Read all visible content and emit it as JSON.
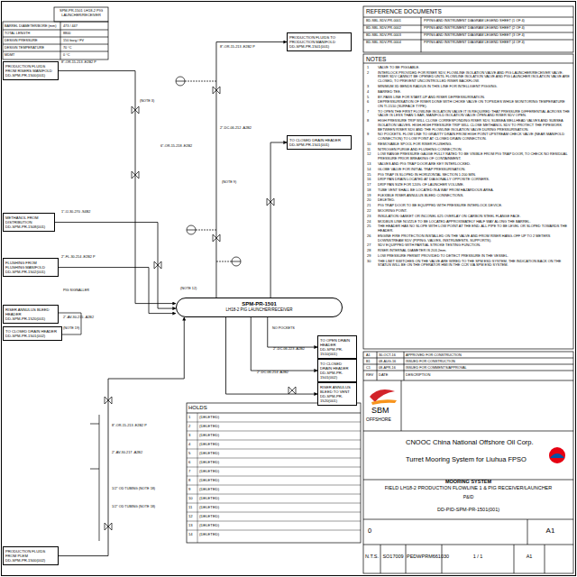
{
  "diagram": {
    "title": "MOORING SYSTEM",
    "nodes": [
      {
        "text": [
          "PRODUCTION FLUIDS FROM RISERS MANIFOLD",
          "DD-SPM-PR-1500(001)"
        ]
      },
      {
        "text": [
          "PRODUCTION FLUIDS TO PRODUCTION MANIFOLD",
          "DD-SPM-PR-1501(001)"
        ]
      },
      {
        "text": [
          "TO CLOSED DRAIN HEADER",
          "DD-SPM-PR-1501(001)"
        ]
      },
      {
        "text": [
          "METHANOL FROM DISTRIBUTION",
          "DD-SPM-PR-1508(001)"
        ]
      },
      {
        "text": [
          "SPM-PR-1501",
          "LH18-2 PIG LAUNCHER/RECEIVER"
        ]
      },
      {
        "text": [
          "FLUSHING FROM FLUSHING MANIFOLD",
          "DD-SPM-PR-1502(001)"
        ]
      },
      {
        "text": [
          "RISER ANNULUS BLEED HEADER",
          "DD-SPM-PR-1520(001)"
        ]
      },
      {
        "text": [
          "TO CLOSED DRAIN HEADER",
          "DD-SPM-PR-1501(002)"
        ]
      },
      {
        "text": [
          "TO OPEN DRAIN HEADER",
          "DD-SPM-PR-1510(001)"
        ]
      },
      {
        "text": [
          "TO CLOSED DRAIN HEADER",
          "DD-SPM-PR-1501(002)"
        ]
      },
      {
        "text": [
          "RISER ANNULUS BLEED TO VENT",
          "DD-SPM-PR-1520(001)"
        ]
      },
      {
        "text": [
          "PRODUCTION FLUIDS FROM PLEM",
          "DD-SPM-PR-1500(002)"
        ]
      }
    ],
    "edges": [
      {
        "from": 0,
        "to": 4,
        "arrow": "to"
      },
      {
        "from": 4,
        "to": 1,
        "arrow": "to"
      },
      {
        "from": 4,
        "to": 2,
        "arrow": "to"
      },
      {
        "from": 3,
        "to": 4,
        "arrow": "to"
      },
      {
        "from": 5,
        "to": 4,
        "arrow": "to"
      },
      {
        "from": 4,
        "to": 8,
        "arrow": "to"
      },
      {
        "from": 4,
        "to": 9,
        "arrow": "to"
      },
      {
        "from": 4,
        "to": 10,
        "arrow": "to"
      },
      {
        "from": 11,
        "to": 4,
        "arrow": "to"
      }
    ],
    "labels": [
      "SPM-PR-1501 LH18-2 PIG LAUNCHER/RECEIVER",
      "BARREL DIAMETER/BORE (mm)",
      "473 / 447",
      "TOTAL LENGTH",
      "8800",
      "DESIGN PRESSURE",
      "150 barg / FV",
      "DESIGN TEMPERATURE",
      "70 °C",
      "MDMT",
      "0 °C",
      "8\"-OR-15-213 -E2B2 P",
      "8\"-OR-15-213 -E2B2 P",
      "2\"-DC-06-212 -A2B2",
      "6\"-OR-15-218 -E2B2",
      "(NOTE 3)",
      "(NOTE 9)",
      "1\"-IJ-30-270 -S4B2",
      "2\"-FL-30-214 -E2B2 P",
      "PIG SIGNALLER",
      "(NOTE 12)",
      "2\"-AV-30-215 -A2B2",
      "(NOTE 19)",
      "NO POCKETS",
      "2\"-DC-06-223 -A2B2",
      "2\"-DC-06-214 -A2B2",
      "8\"-OR-15-213 -E2B2 P",
      "2\"-AV-30-217 -A2B2",
      "1/2\" OD TUBING (NOTE 18)",
      "1/2\" OD TUBING (NOTE 18)",
      "REFERENCE DOCUMENTS",
      "BD-SBL-SDV-PR-0001",
      "PIPING AND INSTRUMENT DIAGRAM LEGEND SHEET (1 OF 4)",
      "BD-SBL-SDV-PR-0002",
      "PIPING AND INSTRUMENT DIAGRAM LEGEND SHEET (2 OF 4)",
      "BD-SBL-SDV-PR-0003",
      "PIPING AND INSTRUMENT DIAGRAM LEGEND SHEET (3 OF 4)",
      "BD-SBL-SDV-PR-0004",
      "PIPING AND INSTRUMENT DIAGRAM LEGEND SHEET (4 OF 4)",
      "NOTES",
      "1",
      "VALVE TO BE PIGGABLE.",
      "2",
      "INTERLOCK PROVIDED FOR RISER SDV, FLOWLINE ISOLATION VALVE AND PIG LAUNCHER/RECEIVER VALVE. RISER SDV CANNOT BE OPENED UNTIL FLOWLINE ISOLATION VALVE AND PIG LAUNCHER ISOLATION VALVE ARE CLOSED, TO PREVENT UNCONTROLLED RISER BACKFLOW.",
      "3",
      "MINIMUM 3D BENDS RADIUS IN THIS LINE FOR INTELLIGENT PIGGING.",
      "4",
      "BARRED TEE.",
      "5",
      "BY-PASS LINE FOR START-UP AND RISER DEPRESSURISATION.",
      "6",
      "DEPRESSURISATION OF RISER DONE WITH CHOKE VALVE ON TOPSIDES WHILE MONITORING TEMPERATURE ON TI-1510 (SURFACE TYPE).",
      "7",
      "TO OPEN THE FIRST FLOWLINE ISOLATION VALVE IT IS REQUIRED THAT PRESSURE DIFFERENTIAL ACROSS THE VALVE IS LESS THAN 5 BAR, MANIFOLD ISOLATION VALVE OPEN AND RISER SDV OPEN.",
      "8",
      "HIGH PRESSURE TRIP WILL CLOSE CORRESPONDING RISER SDV, SUBSEA WELLHEAD VALVES AND SUBSEA ISOLATION VALVES. HIGH-HIGH PRESSURE TRIP WILL CLOSE METHANOL SDV TO PROTECT THE PIPEWORK BETWEEN RISER SDV AND THE FLOWLINE ISOLATION VALVE DURING PRESSURISATION.",
      "9",
      "NO POCKETS. FLOW LINE TO GRAVITY DRAIN FROM HIGH POINT UPSTREAM CHECK VALVE (NEAR MANIFOLD CONNECTION) TO LOW POINT AT CLOSED DRAIN CONNECTION.",
      "10",
      "REMOVABLE SPOOL FOR RISER FLUSHING.",
      "11",
      "NITROGEN PURGE AND FLUSHING CONNECTION.",
      "12",
      "LOW RANGE PRESSURE GAUGE FULLY RATED TO BE VISIBLE FROM PIG TRAP DOOR, TO CHECK NO RESIDUAL PRESSURE PRIOR BREAKING OF CONTAINMENT.",
      "13",
      "VALVES AND PIG TRAP DOOR ARE KEY INTERLOCKED.",
      "14",
      "GLOBE VALVE FOR INITIAL TRAP PRESSURISATION.",
      "15",
      "PIG TRAP IS SLOPED IN HORIZONTAL SECTION 1:200 MIN.",
      "16",
      "DRIP PAN DRAIN LOCATED AT DIAGONALLY OPPOSITE CORNERS.",
      "17",
      "DRIP PAN SIZE FOR 120% OF LAUNCHER VOLUME.",
      "18",
      "TUBE VENT SHALL BE LOCATED IN A WAY FROM HAZARDOUS AREA.",
      "19",
      "FLEXIBLE RISER ANNULUS BLEED CONNECTIONS.",
      "20",
      "DELETED.",
      "21",
      "PIG TRAP DOOR TO BE EQUIPPED WITH PRESSURE INTERLOCK DEVICE.",
      "22",
      "MOORING POINT.",
      "23",
      "INSULATION GASKET OR INCONEL 625 OVERLAY ON CARBON STEEL FLANGE FACE.",
      "24",
      "MODBUS LINE NOZZLE TO BE LOCATED APPROXIMATELY HALF WAY ALONG THE BARREL.",
      "25",
      "THE HEADER HAS NO SLOPE WITH LOW POINT AT THE END. ALL PIPE TO BE LEVEL OR SLOPED TOWARDS THE HEADER.",
      "26",
      "ENGINE FIRE PROTECTION INSTALLED ON THE VALVE AND FROM RISER HANG-OFF UP TO 2 METERS DOWNSTREAM SDV (PIPING, VALVES, INSTRUMENTS, SUPPORTS).",
      "27",
      "SDV EQUIPPED WITH PARTIAL STROKE TESTING FUNCTION.",
      "28",
      "RISER INTERNAL DIAMETER IS 203.2mm.",
      "29",
      "LOW PRESSURE PERMIT PROVIDED TO DETECT PRESSURE IN THE VESSEL.",
      "30",
      "THE LIMIT SWITCHES ON THE VALVE ARE WIRED TO THE SPM ESD SYSTEM, THE INDICATION BACK ON THE STATUS WILL BE ON THE OPERATOR HMI IN THE CCR VIA SPM ESD SYSTEM.",
      "HOLDS",
      "1",
      "(DELETED)",
      "2",
      "(DELETED)",
      "3",
      "(DELETED)",
      "4",
      "(DELETED)",
      "5",
      "(DELETED)",
      "6",
      "(DELETED)",
      "7",
      "(DELETED)",
      "8",
      "(DELETED)",
      "9",
      "(DELETED)",
      "10",
      "(DELETED)",
      "11",
      "(DELETED)",
      "12",
      "(DELETED)",
      "13",
      "(DELETED)",
      "14",
      "(DELETED)",
      "A1",
      "30-OCT-16",
      "APPROVED FOR CONSTRUCTION",
      "B1",
      "08-AUG-16",
      "ISSUED FOR CONSTRUCTION",
      "C1",
      "08-APR-16",
      "ISSUED FOR COMMENTS/APPROVAL",
      "REV",
      "DATE",
      "DESCRIPTION",
      "SBM",
      "OFFSHORE",
      "CNOOC China National Offshore Oil Corp.",
      "Turret Mooring System for Liuhua FPSO",
      "FIELD LH18-2 PRODUCTION FLOWLINE 1 & PIG RECEIVER/LAUNCHER",
      "P&ID",
      "DD-PID-SPM-PR-1501(001)",
      "0",
      "A1",
      "N.T.S.",
      "SO17009",
      "PEDWPRM661030",
      "1 / 1",
      "A1"
    ]
  }
}
